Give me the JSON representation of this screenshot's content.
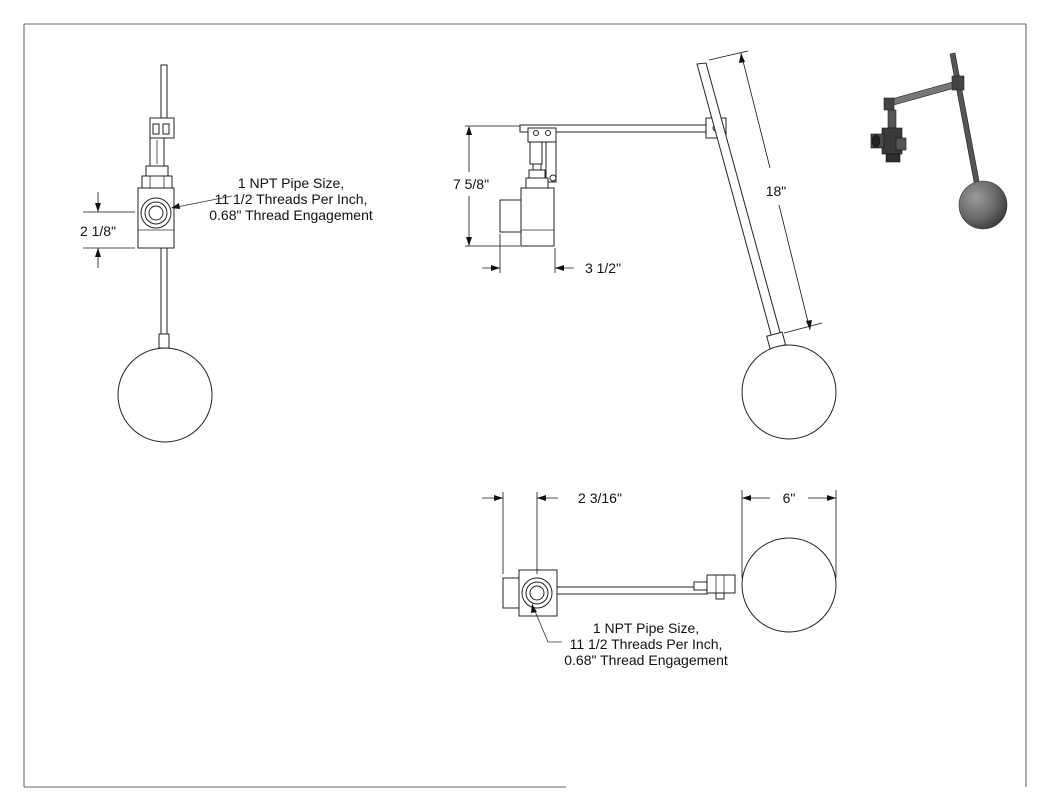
{
  "views": {
    "side_view": {
      "note": [
        "1 NPT Pipe Size,",
        "11 1/2 Threads Per Inch,",
        "0.68\" Thread Engagement"
      ],
      "dimension_height": "2 1/8\""
    },
    "front_view": {
      "dimension_overall_height": "7 5/8\"",
      "dimension_body_offset": "3 1/2\"",
      "dimension_rod_length": "18\""
    },
    "top_view": {
      "dimension_inlet_offset": "2 3/16\"",
      "dimension_ball_diameter": "6\"",
      "note": [
        "1 NPT Pipe Size,",
        "11 1/2 Threads Per Inch,",
        "0.68\" Thread Engagement"
      ]
    }
  },
  "colors": {
    "line": "#222222",
    "render_body": "#3a3a3a",
    "render_ball": "#6e6e6e"
  },
  "isometric_render": "float-valve-3d-render"
}
